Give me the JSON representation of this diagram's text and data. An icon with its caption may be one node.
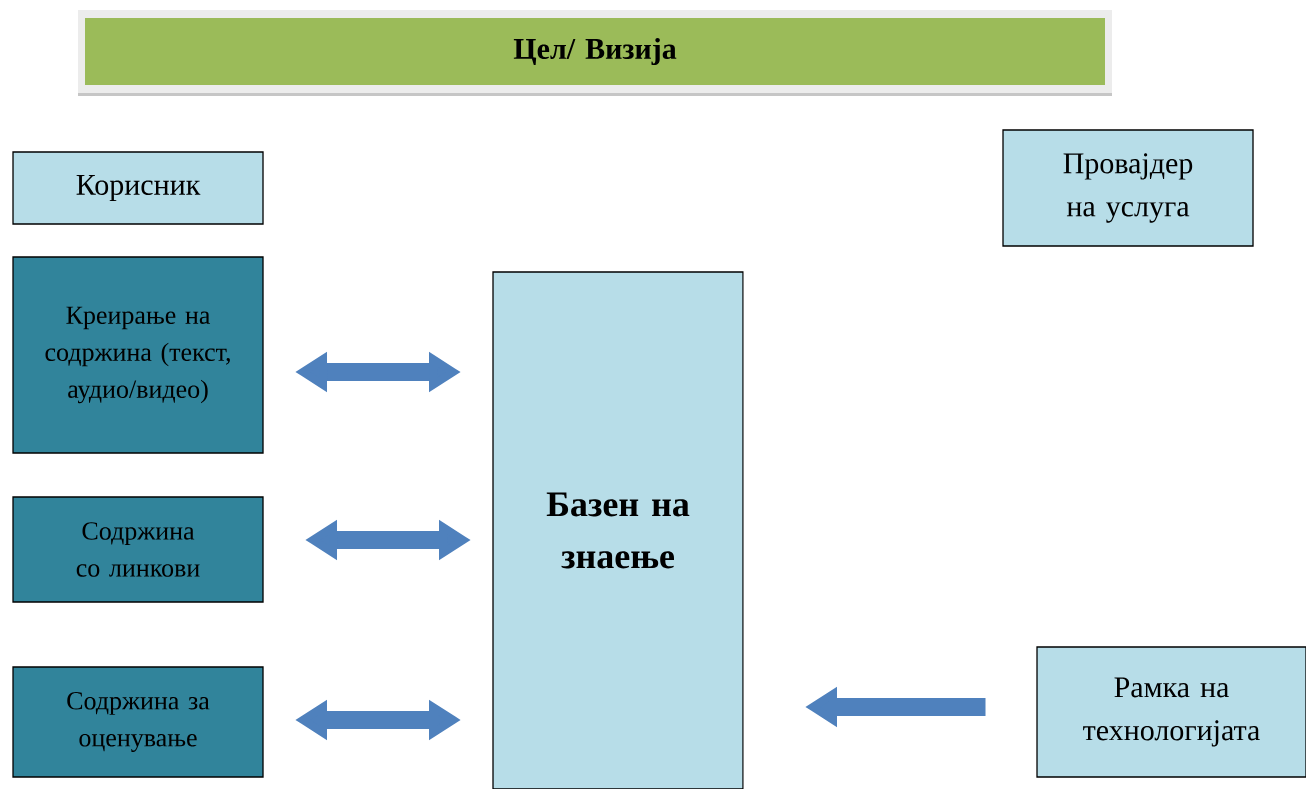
{
  "diagram": {
    "nodes": [
      {
        "text": [
          "Цел/ Визија"
        ]
      },
      {
        "text": [
          "Корисник"
        ]
      },
      {
        "text": [
          "Провајдер на услуга"
        ]
      },
      {
        "text": [
          "Креирање на содржина (текст, аудио/видео)"
        ]
      },
      {
        "text": [
          "Базен на знаење"
        ]
      },
      {
        "text": [
          "Содржина со линкови"
        ]
      },
      {
        "text": [
          "Содржина за оценување"
        ]
      },
      {
        "text": [
          "Рамка на технологијата"
        ]
      }
    ],
    "edges": [
      {
        "from": 3,
        "to": 4,
        "arrow": "both"
      },
      {
        "from": 5,
        "to": 4,
        "arrow": "both"
      },
      {
        "from": 6,
        "to": 4,
        "arrow": "both"
      },
      {
        "from": 7,
        "to": 4,
        "arrow": "to"
      }
    ]
  }
}
